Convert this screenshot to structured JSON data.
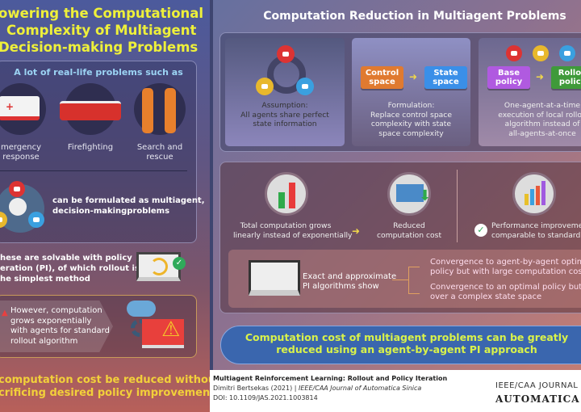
{
  "left": {
    "title_lines": [
      "owering the Computational",
      "Complexity of Multiagent",
      "Decision-making Problems"
    ],
    "problems_heading": "A lot of real-life problems such as",
    "problems": [
      {
        "label_lines": [
          "mergency",
          "response"
        ],
        "icon": "ambulance-icon"
      },
      {
        "label_lines": [
          "Firefighting"
        ],
        "icon": "fire-truck-icon"
      },
      {
        "label_lines": [
          "Search and",
          "rescue"
        ],
        "icon": "rescuers-icon"
      }
    ],
    "formulated_lines": [
      "can be formulated as multiagent,",
      "decision-makingproblems"
    ],
    "solvable_lines": [
      "hese are solvable with policy",
      "eration (PI), of which rollout is",
      "he simplest method"
    ],
    "however_lines": [
      "However, computation",
      "grows exponentially",
      "with agents for standard",
      "rollout algorithm"
    ],
    "question_lines": [
      " computation cost be reduced without",
      "crificing desired policy improvement?"
    ]
  },
  "right": {
    "title": "Computation Reduction in Multiagent Problems",
    "panels": [
      {
        "caption_lines": [
          "Assumption:",
          "All agents share perfect",
          "state information"
        ]
      },
      {
        "from": [
          "Control",
          "space"
        ],
        "to": [
          "State",
          "space"
        ],
        "caption_lines": [
          "Formulation:",
          "Replace control space",
          "complexity with state",
          "space complexity"
        ]
      },
      {
        "from": [
          "Base",
          "policy"
        ],
        "to": [
          "Rollou",
          "policy"
        ],
        "caption_lines": [
          "One-agent-at-a-time",
          "execution of local rollou",
          "algorithm instead of",
          "all-agents-at-once"
        ]
      }
    ],
    "results": {
      "growth_lines": [
        "Total computation grows",
        "linearly instead of exponentially"
      ],
      "reduced_lines": [
        "Reduced",
        "computation cost"
      ],
      "performance_lines": [
        "Performance improvement",
        "comparable to standard rollo"
      ]
    },
    "pi": {
      "intro_lines": [
        "Exact and approximate",
        "PI algorithms show"
      ],
      "branch1_lines": [
        "Convergence to agent-by-agent optimal",
        "policy but with large computation cost"
      ],
      "branch2_lines": [
        "Convergence to an optimal policy but",
        "over a complex state space"
      ]
    },
    "conclusion_lines": [
      "Computation cost of multiagent problems can be greatly",
      "reduced using an agent-by-agent PI approach"
    ]
  },
  "footer": {
    "paper_title": "Multiagent Reinforcement Learning: Rollout and Policy Iteration",
    "author": "Dimitri Bertsekas (2021) | ",
    "journal": "IEEE/CAA Journal of Automatica Sinica",
    "doi": "DOI: 10.1109/JAS.2021.1003814",
    "logo_line1": "IEEE/CAA JOURNAL",
    "logo_line2": "AUTOMATICA SI"
  },
  "colors": {
    "title_yellow": "#eef03a",
    "control": "#e07a30",
    "state": "#3a8fe8",
    "base": "#b05ae0",
    "rollout": "#3f9a3a",
    "conclusion_bg": "#3a66ae"
  }
}
